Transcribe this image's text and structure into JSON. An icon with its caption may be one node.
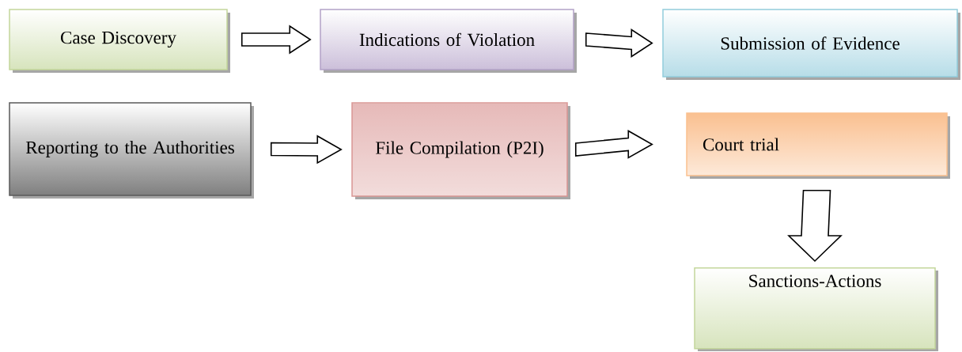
{
  "diagram": {
    "nodes": [
      {
        "text": [
          "Case Discovery"
        ]
      },
      {
        "text": [
          "Indications of Violation"
        ]
      },
      {
        "text": [
          "Submission of Evidence"
        ]
      },
      {
        "text": [
          "Reporting to the Authorities"
        ]
      },
      {
        "text": [
          "File Compilation (P2I)"
        ]
      },
      {
        "text": [
          "Court trial"
        ]
      },
      {
        "text": [
          "Sanctions-Actions"
        ]
      }
    ],
    "edges": [
      {
        "from": 0,
        "to": 1,
        "arrow": "to"
      },
      {
        "from": 1,
        "to": 2,
        "arrow": "to"
      },
      {
        "from": 3,
        "to": 4,
        "arrow": "to"
      },
      {
        "from": 4,
        "to": 5,
        "arrow": "to"
      },
      {
        "from": 5,
        "to": 6,
        "arrow": "to"
      }
    ]
  }
}
